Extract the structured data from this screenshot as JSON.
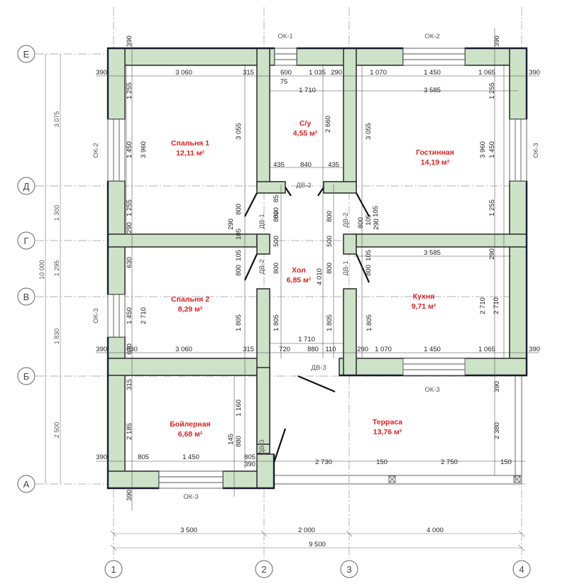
{
  "colors": {
    "wall_fill": "#cde3c8",
    "wall_edge": "#333333",
    "room_label": "#e02020",
    "axis_line": "#9a9a9a"
  },
  "axes": {
    "rows": [
      "Е",
      "Д",
      "Г",
      "В",
      "Б",
      "А"
    ],
    "cols": [
      "1",
      "2",
      "3",
      "4"
    ]
  },
  "rooms": [
    {
      "name": "Спальня 1",
      "area": "12,11 м²"
    },
    {
      "name": "С/у",
      "area": "4,55 м²"
    },
    {
      "name": "Гостинная",
      "area": "14,19 м²"
    },
    {
      "name": "Спальня 2",
      "area": "8,29 м²"
    },
    {
      "name": "Хол",
      "area": "6,85 м²"
    },
    {
      "name": "Кухня",
      "area": "9,71 м²"
    },
    {
      "name": "Бойлерная",
      "area": "6,68 м²"
    },
    {
      "name": "Терраса",
      "area": "13,76 м²"
    }
  ],
  "windows": {
    "ok1": "ОК-1",
    "ok2": "ОК-2",
    "ok3": "ОК-3"
  },
  "doors": {
    "dv1": "ДВ-1",
    "dv2": "ДВ-2",
    "dv3": "ДВ-3"
  },
  "overall": {
    "bottom_spans": [
      "3 500",
      "2 000",
      "4 000"
    ],
    "bottom_total": "9 500",
    "left_spans": [
      "3 075",
      "1 300",
      "1 295",
      "1 830",
      "2 500"
    ],
    "left_total": "10 000"
  },
  "dims": {
    "top_chain": [
      "390",
      "3 060",
      "315",
      "600",
      "1 035",
      "290",
      "1 070",
      "1 450",
      "1 065",
      "390",
      "75"
    ],
    "top_inner": [
      "1 710",
      "3 585"
    ],
    "wc_bottom": [
      "435",
      "840",
      "435"
    ],
    "mid_chain": [
      "390",
      "630",
      "3 060",
      "315",
      "720",
      "880",
      "110",
      "290",
      "1 070",
      "1 450",
      "1 065",
      "390",
      "1 710",
      "3 585"
    ],
    "bottom_chain": [
      "390",
      "805",
      "1 450",
      "805",
      "390",
      "2 730",
      "150",
      "2 750",
      "150"
    ],
    "vert_top_left": [
      "390",
      "1 255",
      "1 450",
      "1 255",
      "290",
      "3 960"
    ],
    "vert_mid_left": [
      "630",
      "1 450",
      "630",
      "2 710"
    ],
    "vert_bot_left": [
      "315",
      "2 185",
      "390"
    ],
    "vert_right": [
      "1 255",
      "1 450",
      "1 255",
      "3 960",
      "290",
      "2 710",
      "2 710",
      "390",
      "2 380",
      "390"
    ],
    "vert_center": [
      "3 055",
      "2 660",
      "3 055",
      "1 805",
      "1 805",
      "1 805",
      "1 805",
      "1 160",
      "145",
      "880",
      "4 010",
      "800",
      "500",
      "800",
      "800",
      "500",
      "800",
      "820",
      "85",
      "105",
      "800",
      "105",
      "800",
      "290",
      "105",
      "800",
      "290",
      "105",
      "800",
      "105"
    ]
  }
}
